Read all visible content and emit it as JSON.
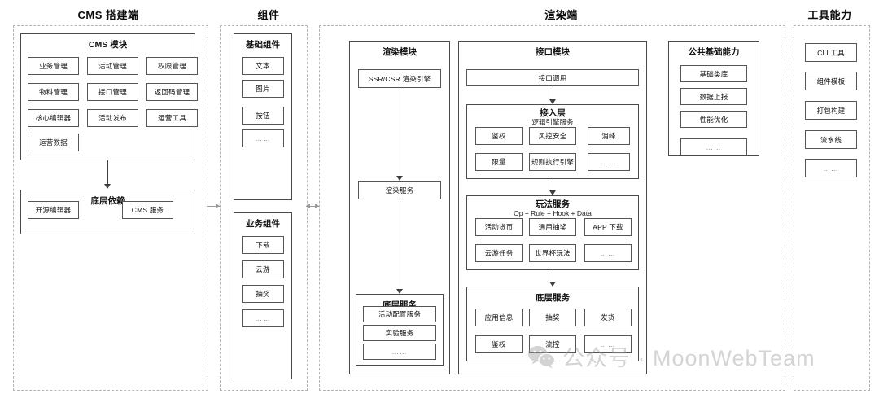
{
  "columns": {
    "cms": {
      "title": "CMS 搭建端",
      "modules": {
        "title": "CMS 模块",
        "items": [
          "业务管理",
          "活动管理",
          "权限管理",
          "物料管理",
          "接口管理",
          "返回码管理",
          "核心编辑器",
          "活动发布",
          "运营工具",
          "运营数据"
        ]
      },
      "base": {
        "title": "底层依赖",
        "items": [
          "开源编辑器",
          "CMS 服务"
        ]
      }
    },
    "components": {
      "title": "组件",
      "basic": {
        "title": "基础组件",
        "items": [
          "文本",
          "图片",
          "按钮",
          "……"
        ]
      },
      "business": {
        "title": "业务组件",
        "items": [
          "下载",
          "云游",
          "抽奖",
          "……"
        ]
      }
    },
    "render": {
      "title": "渲染端",
      "render_module": {
        "title": "渲染模块",
        "engine": "SSR/CSR 渲染引擎",
        "service": "渲染服务",
        "base": {
          "title": "底层服务",
          "items": [
            "活动配置服务",
            "实验服务",
            "……"
          ]
        }
      },
      "api_module": {
        "title": "接口模块",
        "invoke": "接口调用",
        "access": {
          "title": "接入层",
          "subtitle": "逻辑引擎服务",
          "items": [
            "鉴权",
            "风控安全",
            "消峰",
            "限量",
            "规则执行引擎",
            "……"
          ]
        },
        "gameplay": {
          "title": "玩法服务",
          "subtitle": "Op + Rule + Hook + Data",
          "items": [
            "活动货币",
            "通用抽奖",
            "APP 下载",
            "云游任务",
            "世界杯玩法",
            "……"
          ]
        },
        "base": {
          "title": "底层服务",
          "items": [
            "应用信息",
            "抽奖",
            "发货",
            "鉴权",
            "流控",
            "……"
          ]
        }
      },
      "common": {
        "title": "公共基础能力",
        "items": [
          "基础类库",
          "数据上报",
          "性能优化",
          "……"
        ]
      }
    },
    "tools": {
      "title": "工具能力",
      "items": [
        "CLI 工具",
        "组件模板",
        "打包构建",
        "流水线",
        "……"
      ]
    }
  },
  "watermark": {
    "text": "公众号 · MoonWebTeam",
    "icon": "wechat-icon"
  }
}
